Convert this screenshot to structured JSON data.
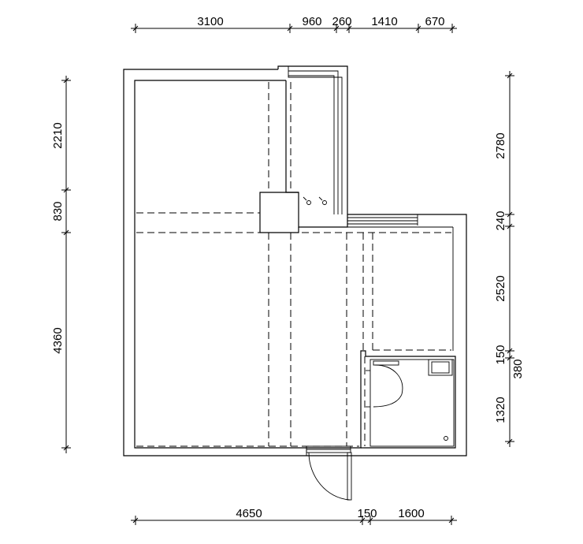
{
  "dimensions": {
    "top": [
      "3100",
      "960",
      "260",
      "1410",
      "670"
    ],
    "bottom": [
      "4650",
      "150",
      "1600"
    ],
    "left": [
      "2210",
      "830",
      "4360"
    ],
    "right": [
      "2780",
      "240",
      "2520",
      "150",
      "380",
      "1320"
    ]
  }
}
